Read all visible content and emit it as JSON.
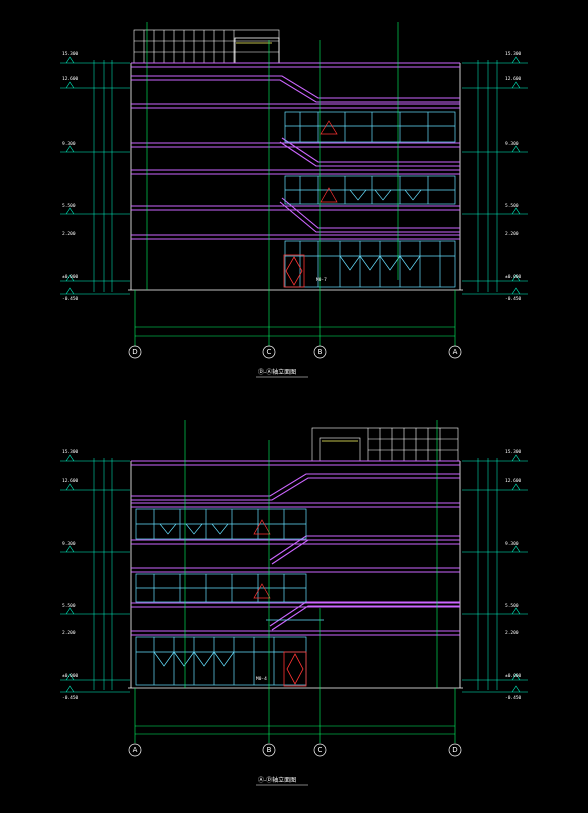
{
  "colors": {
    "background": "#000000",
    "floor_line": "#cc66ff",
    "wall": "#ffffff",
    "grid_axis": "#00ff66",
    "curtain_wall": "#66e0ff",
    "dimension": "#00ffcc",
    "marker": "#ff3333"
  },
  "elevations": [
    {
      "title": "Ⓓ-Ⓐ轴立面图",
      "axes": [
        "D",
        "C",
        "B",
        "A"
      ],
      "door_tag": "M0-7",
      "left_levels": [
        "15.300",
        "12.600",
        "9.300",
        "5.500",
        "2.200",
        "±0.000",
        "-0.450"
      ],
      "right_levels": [
        "15.300",
        "12.600",
        "9.300",
        "5.500",
        "2.200",
        "±0.000",
        "-0.450"
      ]
    },
    {
      "title": "Ⓐ-Ⓓ轴立面图",
      "axes": [
        "A",
        "B",
        "C",
        "D"
      ],
      "door_tag": "M0-4",
      "left_levels": [
        "15.300",
        "12.600",
        "9.300",
        "5.500",
        "2.200",
        "±0.000",
        "-0.450"
      ],
      "right_levels": [
        "15.300",
        "12.600",
        "9.300",
        "5.500",
        "2.200",
        "±0.000",
        "-0.450"
      ]
    }
  ]
}
